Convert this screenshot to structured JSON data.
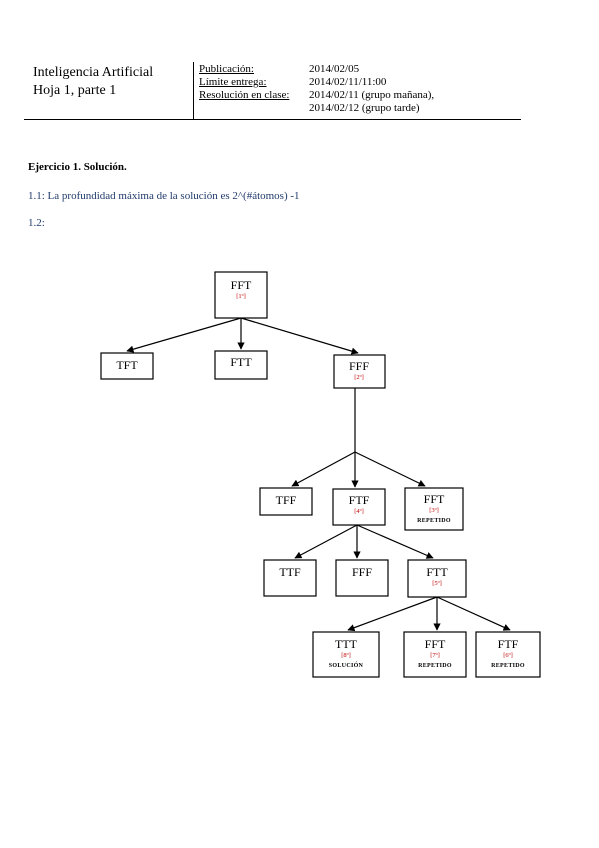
{
  "header": {
    "course": "Inteligencia Artificial",
    "sheet": "Hoja 1, parte 1",
    "publicacion_label": "Publicación:",
    "publicacion_value": "2014/02/05",
    "limite_label": "Límite entrega:",
    "limite_value": "2014/02/11/11:00",
    "resolucion_label": "Resolución en clase:",
    "resolucion_value_1": "2014/02/11 (grupo mañana),",
    "resolucion_value_2": "2014/02/12 (grupo tarde)"
  },
  "exercise": {
    "title": "Ejercicio 1. Solución.",
    "answer_1_1": "1.1: La profundidad máxima de la solución es  2^(#átomos) -1",
    "answer_1_2": "1.2:"
  },
  "tree": {
    "nodes": [
      {
        "id": "n_fft_root",
        "label": "FFT",
        "order": "[1º]",
        "note": ""
      },
      {
        "id": "n_tft",
        "label": "TFT",
        "order": "",
        "note": ""
      },
      {
        "id": "n_ftt_l1",
        "label": "FTT",
        "order": "",
        "note": ""
      },
      {
        "id": "n_fff_l1",
        "label": "FFF",
        "order": "[2º]",
        "note": ""
      },
      {
        "id": "n_tff",
        "label": "TFF",
        "order": "",
        "note": ""
      },
      {
        "id": "n_ftf_l2",
        "label": "FTF",
        "order": "[4º]",
        "note": ""
      },
      {
        "id": "n_fft_l2",
        "label": "FFT",
        "order": "[3º]",
        "note": "REPETIDO"
      },
      {
        "id": "n_ttf",
        "label": "TTF",
        "order": "",
        "note": ""
      },
      {
        "id": "n_fff_l3",
        "label": "FFF",
        "order": "",
        "note": ""
      },
      {
        "id": "n_ftt_l3",
        "label": "FTT",
        "order": "[5º]",
        "note": ""
      },
      {
        "id": "n_ttt",
        "label": "TTT",
        "order": "[8º]",
        "note": "SOLUCIÓN"
      },
      {
        "id": "n_fft_l4",
        "label": "FFT",
        "order": "[7º]",
        "note": "REPETIDO"
      },
      {
        "id": "n_ftf_l4",
        "label": "FTF",
        "order": "[6º]",
        "note": "REPETIDO"
      }
    ],
    "edges": [
      [
        "n_fft_root",
        "n_tft"
      ],
      [
        "n_fft_root",
        "n_ftt_l1"
      ],
      [
        "n_fft_root",
        "n_fff_l1"
      ],
      [
        "n_fff_l1",
        "n_tff"
      ],
      [
        "n_fff_l1",
        "n_ftf_l2"
      ],
      [
        "n_fff_l1",
        "n_fft_l2"
      ],
      [
        "n_ftf_l2",
        "n_ttf"
      ],
      [
        "n_ftf_l2",
        "n_fff_l3"
      ],
      [
        "n_ftf_l2",
        "n_ftt_l3"
      ],
      [
        "n_ftt_l3",
        "n_ttt"
      ],
      [
        "n_ftt_l3",
        "n_fft_l4"
      ],
      [
        "n_ftt_l3",
        "n_ftf_l4"
      ]
    ]
  }
}
